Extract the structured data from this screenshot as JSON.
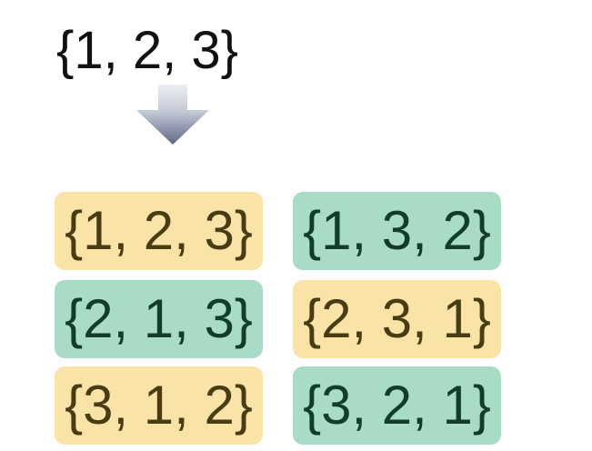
{
  "source_set": "{1, 2, 3}",
  "arrow_icon": "down-arrow-icon",
  "colors": {
    "yellow_cell": "#fae3a7",
    "green_cell": "#a9dcc4",
    "arrow_light": "#dfe3ec",
    "arrow_dark": "#6a7290"
  },
  "permutations": [
    {
      "text": "{1, 2, 3}",
      "color": "yellow"
    },
    {
      "text": "{1, 3, 2}",
      "color": "green"
    },
    {
      "text": "{2, 1, 3}",
      "color": "green"
    },
    {
      "text": "{2, 3, 1}",
      "color": "yellow"
    },
    {
      "text": "{3, 1, 2}",
      "color": "yellow"
    },
    {
      "text": "{3, 2, 1}",
      "color": "green"
    }
  ]
}
